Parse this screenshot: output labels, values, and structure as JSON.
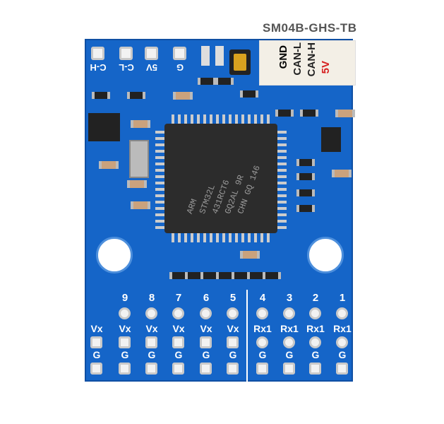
{
  "connector_label": "SM04B-GHS-TB",
  "connector_pins": [
    {
      "label": "GND",
      "color": "#111111"
    },
    {
      "label": "CAN-L",
      "color": "#222222"
    },
    {
      "label": "CAN-H",
      "color": "#222222"
    },
    {
      "label": "5V",
      "color": "#d62020"
    }
  ],
  "top_header": [
    "C-H",
    "C-L",
    "5V",
    "G"
  ],
  "chip": {
    "lines": [
      "ARM",
      "STM32L",
      "431RCT6",
      "GQ2AL 9R",
      "CHN GQ 146"
    ]
  },
  "columns": [
    {
      "num": "",
      "signal": "Vx",
      "ground": "G"
    },
    {
      "num": "9",
      "signal": "Vx",
      "ground": "G"
    },
    {
      "num": "8",
      "signal": "Vx",
      "ground": "G"
    },
    {
      "num": "7",
      "signal": "Vx",
      "ground": "G"
    },
    {
      "num": "6",
      "signal": "Vx",
      "ground": "G"
    },
    {
      "num": "5",
      "signal": "Vx",
      "ground": "G"
    },
    {
      "num": "4",
      "signal": "Rx1",
      "ground": "G"
    },
    {
      "num": "3",
      "signal": "Rx1",
      "ground": "G"
    },
    {
      "num": "2",
      "signal": "Rx1",
      "ground": "G"
    },
    {
      "num": "1",
      "signal": "Rx1",
      "ground": "G"
    }
  ],
  "colors": {
    "pcb": "#1565c8",
    "pad": "#f2f2f2",
    "accent_5v": "#d62020"
  }
}
